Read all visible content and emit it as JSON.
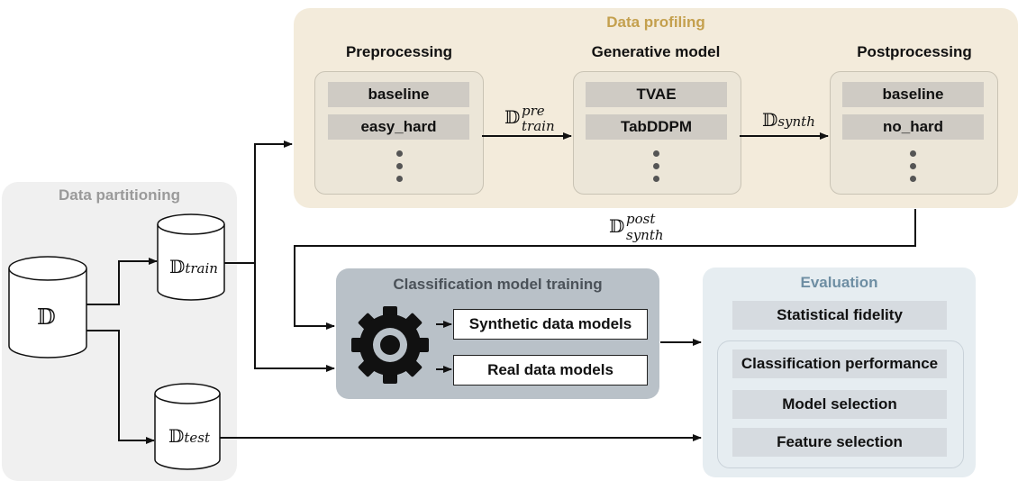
{
  "symbols": {
    "dataset": "𝔻",
    "train": "train",
    "test": "test",
    "synth": "synth",
    "pre": "pre",
    "post": "post"
  },
  "partitioning": {
    "title": "Data partitioning"
  },
  "profiling": {
    "title": "Data profiling",
    "preprocessing": {
      "title": "Preprocessing",
      "items": [
        "baseline",
        "easy_hard"
      ]
    },
    "generative": {
      "title": "Generative model",
      "items": [
        "TVAE",
        "TabDDPM"
      ]
    },
    "postprocessing": {
      "title": "Postprocessing",
      "items": [
        "baseline",
        "no_hard"
      ]
    }
  },
  "training": {
    "title": "Classification model training",
    "synthetic_models": "Synthetic data models",
    "real_models": "Real data models"
  },
  "evaluation": {
    "title": "Evaluation",
    "statistical_fidelity": "Statistical fidelity",
    "classification_performance": "Classification performance",
    "model_selection": "Model selection",
    "feature_selection": "Feature selection"
  },
  "colors": {
    "profiling_bg": "#f3ebdb",
    "profiling_title": "#c4a04e",
    "partition_bg": "#f0f0f0",
    "partition_title": "#9a9a9a",
    "training_bg": "#b9c1c8",
    "training_title": "#4b5259",
    "eval_bg": "#e6edf1",
    "eval_title": "#6e8ea3"
  }
}
